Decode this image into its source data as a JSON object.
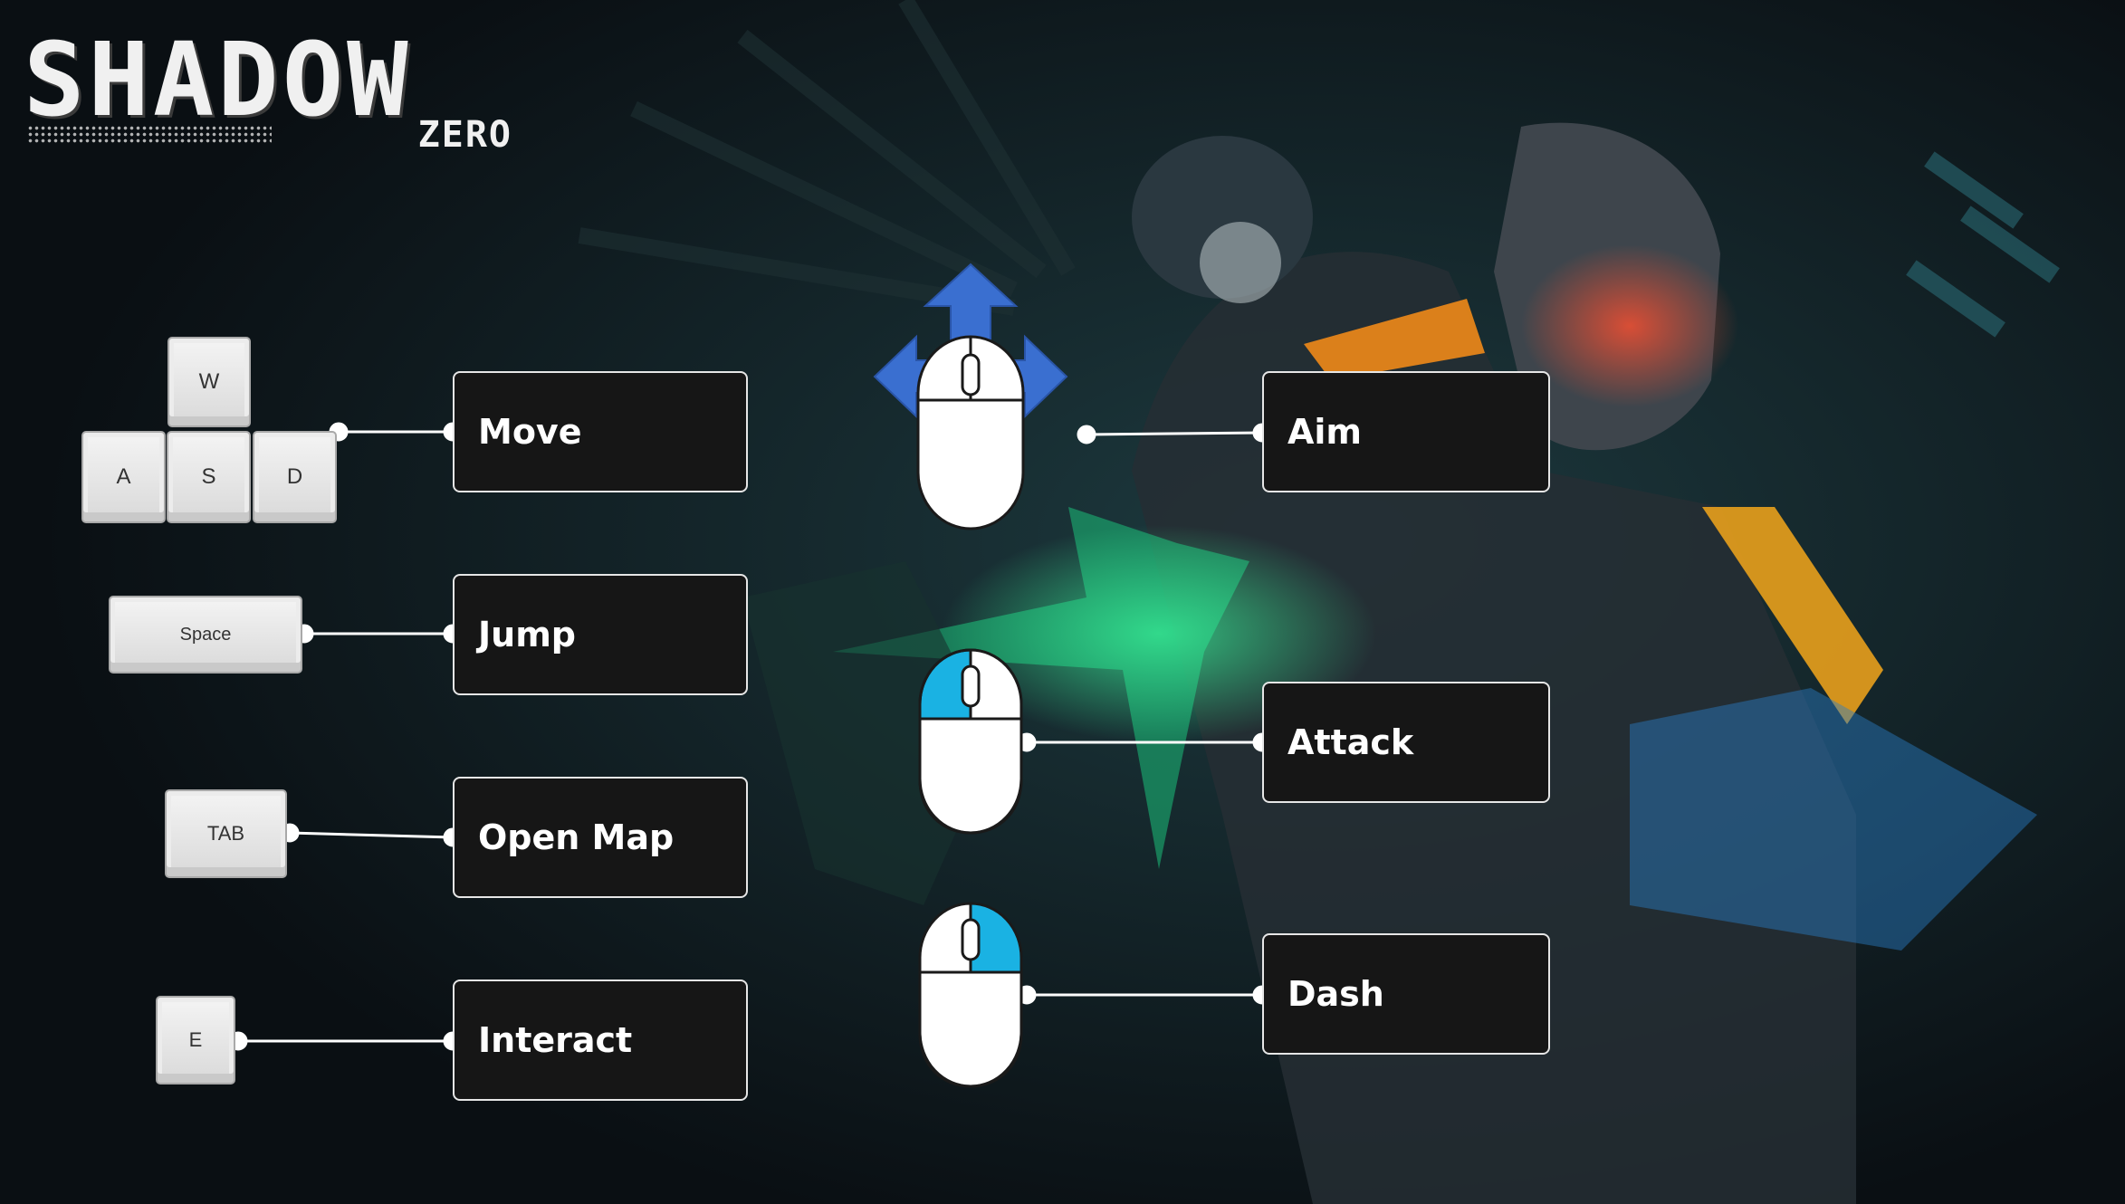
{
  "logo": {
    "title": "SHADOW",
    "subtitle": "ZERO"
  },
  "keyboard": {
    "w": "W",
    "a": "A",
    "s": "S",
    "d": "D",
    "space": "Space",
    "tab": "TAB",
    "e": "E"
  },
  "actions": {
    "move": "Move",
    "jump": "Jump",
    "open_map": "Open Map",
    "interact": "Interact",
    "aim": "Aim",
    "attack": "Attack",
    "dash": "Dash"
  },
  "colors": {
    "mouse_highlight": "#1ab2e3",
    "move_arrows": "#3a6fd0",
    "box_bg": "#161616",
    "box_border": "#e6e6e6"
  },
  "icons": {
    "aim_mouse": "mouse-move-icon",
    "attack_mouse": "mouse-left-click-icon",
    "dash_mouse": "mouse-right-click-icon"
  }
}
